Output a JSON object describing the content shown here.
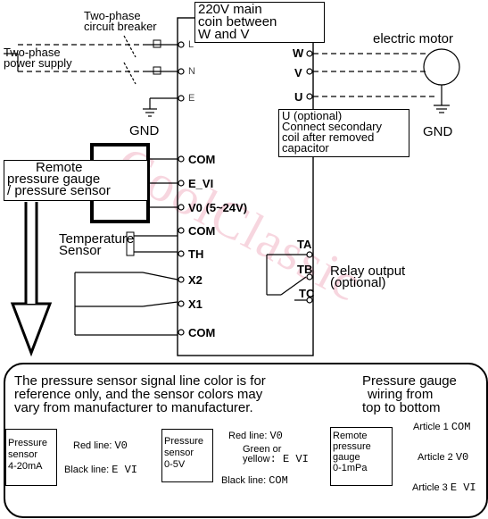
{
  "labels": {
    "breaker": [
      "Two-phase",
      "circuit breaker"
    ],
    "supply": [
      "Two-phase",
      "power supply"
    ],
    "coin": [
      "220V main",
      "coin between",
      "W and V"
    ],
    "motor": "electric motor",
    "gnd_left": "GND",
    "gnd_right": "GND",
    "u_note": [
      "U (optional)",
      "Connect secondary",
      "coil after removed",
      "capacitor"
    ],
    "remote": [
      "Remote",
      "pressure gauge",
      "/ pressure sensor"
    ],
    "temp": [
      "Temperature",
      "Sensor"
    ],
    "relay": [
      "Relay output",
      "(optional)"
    ],
    "watermark": "CoolClassic"
  },
  "terminals": {
    "L": "L",
    "N": "N",
    "E": "E",
    "W": "W",
    "V": "V",
    "U": "U",
    "COM1": "COM",
    "EVI": "E_VI",
    "V0": "V0 (5~24V)",
    "COM2": "COM",
    "TH": "TH",
    "X2": "X2",
    "X1": "X1",
    "COM3": "COM",
    "TA": "TA",
    "TB": "TB",
    "TC": "TC"
  },
  "panel": {
    "note": [
      "The pressure sensor signal line color is for",
      "reference only, and the sensor colors may",
      "vary from manufacturer to manufacturer."
    ],
    "gauge_title": [
      "Pressure gauge",
      "wiring from",
      "top to bottom"
    ],
    "s1": {
      "label": [
        "Pressure",
        "sensor",
        "4-20mA"
      ],
      "red": "Red line: ",
      "red_val": "V0",
      "black": "Black line: ",
      "black_val": "E VI"
    },
    "s2": {
      "label": [
        "Pressure",
        "sensor",
        "0-5V"
      ],
      "red": "Red line: ",
      "red_val": "V0",
      "green": [
        "Green or",
        "yellow"
      ],
      "green_val": ": E VI",
      "black": "Black line: ",
      "black_val": "COM"
    },
    "s3": {
      "label": [
        "Remote",
        "pressure",
        "gauge",
        "0-1mPa"
      ],
      "a1": "Article 1",
      "a1_val": "COM",
      "a2": "Article 2",
      "a2_val": "V0",
      "a3": "Article 3",
      "a3_val": "E VI"
    }
  }
}
